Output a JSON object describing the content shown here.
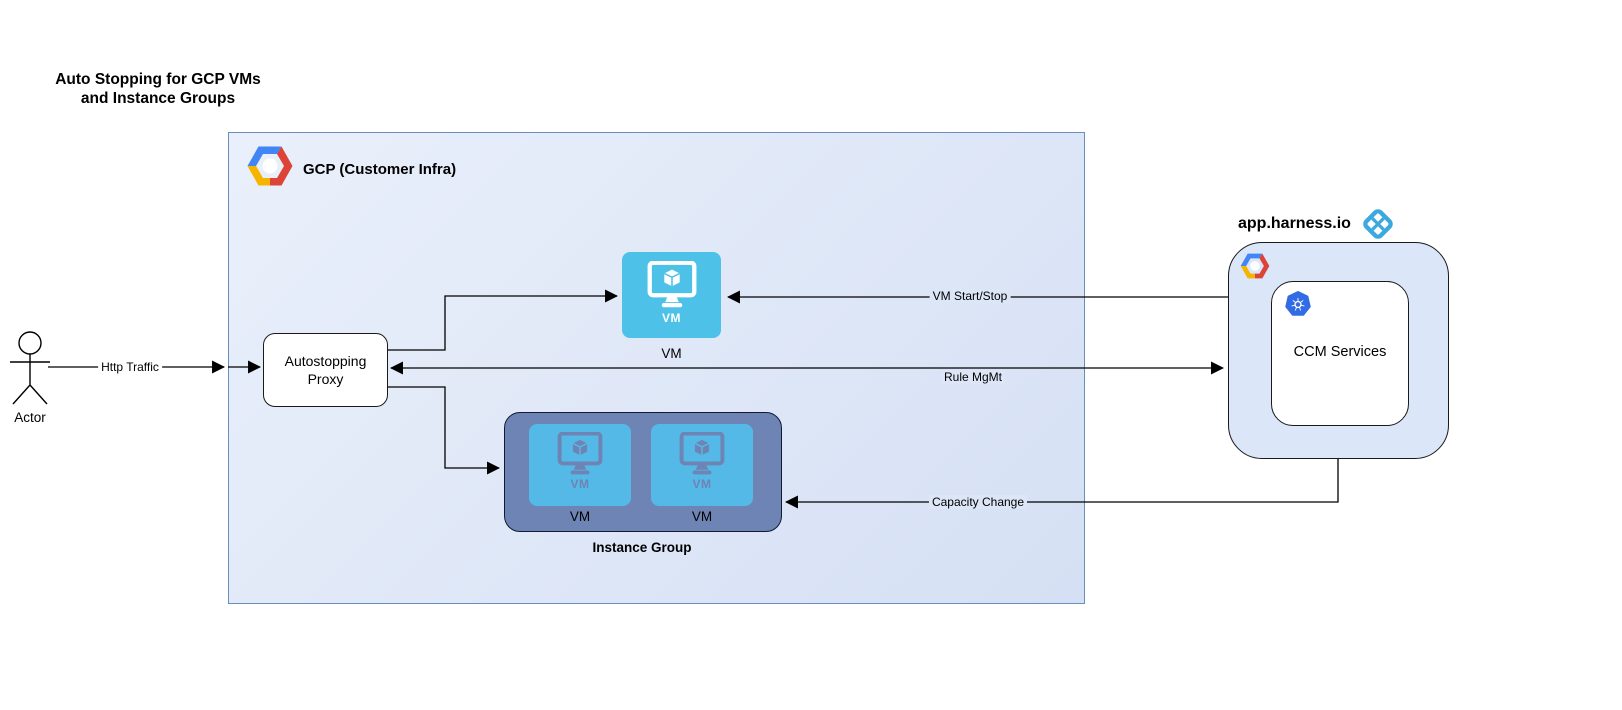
{
  "title": {
    "line1": "Auto Stopping for GCP VMs",
    "line2": "and Instance Groups"
  },
  "actor": {
    "label": "Actor"
  },
  "gcp": {
    "label": "GCP (Customer Infra)"
  },
  "proxy": {
    "label": "Autostopping Proxy"
  },
  "vm": {
    "icon_text": "VM",
    "label": "VM"
  },
  "instance_group": {
    "caption": "Instance Group",
    "tiles": [
      {
        "icon_text": "VM",
        "label": "VM"
      },
      {
        "icon_text": "VM",
        "label": "VM"
      }
    ]
  },
  "harness": {
    "domain": "app.harness.io",
    "ccm_label": "CCM Services"
  },
  "edges": {
    "http_traffic": "Http Traffic",
    "vm_start_stop": "VM Start/Stop",
    "rule_mgmt": "Rule MgMt",
    "capacity_change": "Capacity Change"
  },
  "icons": {
    "gcp_logo": "gcp-hexagon-logo",
    "harness_logo": "harness-diamond-logo",
    "kubernetes": "kubernetes-helm-icon",
    "vm": "vm-monitor-icon",
    "actor": "stick-figure-actor"
  },
  "colors": {
    "gcp_box_fill_top": "#eaf0fb",
    "gcp_box_fill_bottom": "#d5e0f4",
    "gcp_box_stroke": "#6c8ebf",
    "vm_icon_fill": "#4ec1e8",
    "instance_group_fill": "#6d84b4",
    "instance_group_tile_fill": "#55b9e8",
    "harness_box_fill": "#dbe6f9",
    "harness_logo_blue": "#3ba8e0",
    "kubernetes_blue": "#326ce5",
    "gcp_logo_blue": "#4285f4",
    "gcp_logo_red": "#db4437",
    "gcp_logo_yellow": "#f4b400",
    "line_color": "#000000"
  }
}
